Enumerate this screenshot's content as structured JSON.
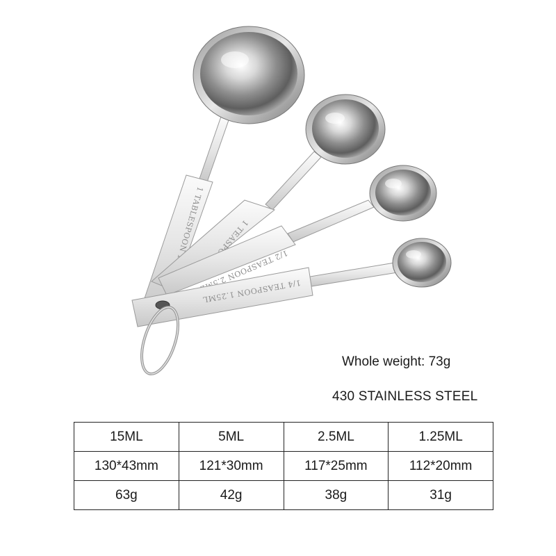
{
  "product": {
    "image_icon": "measuring-spoons-set-icon",
    "engravings": [
      "1 TABLESPOON 15ML",
      "1 TEASPOON 5ML",
      "1/2 TEASPOON 2.5ML",
      "1/4 TEASPOON 1.25ML"
    ]
  },
  "weight_label": "Whole weight: 73g",
  "material_label": "430 STAINLESS STEEL",
  "spec_table": {
    "rows": [
      [
        "15ML",
        "5ML",
        "2.5ML",
        "1.25ML"
      ],
      [
        "130*43mm",
        "121*30mm",
        "117*25mm",
        "112*20mm"
      ],
      [
        "63g",
        "42g",
        "38g",
        "31g"
      ]
    ]
  },
  "colors": {
    "steel_light": "#f2f2f2",
    "steel_dark": "#7a7a7a",
    "border": "#222222"
  }
}
